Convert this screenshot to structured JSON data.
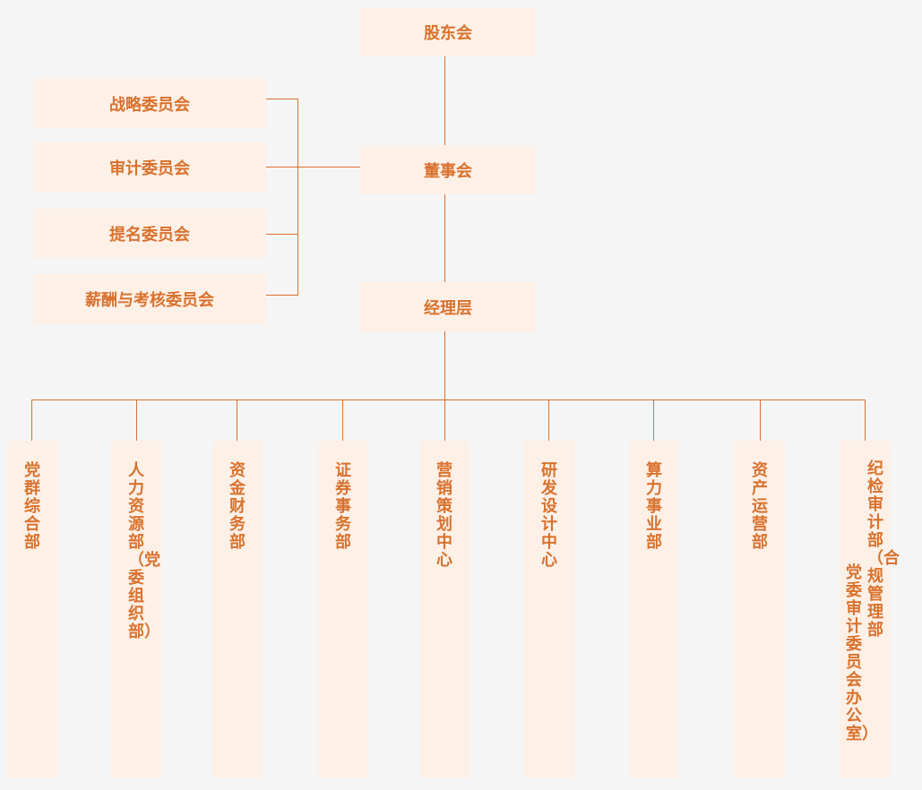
{
  "top": {
    "shareholders": "股东会",
    "board": "董事会",
    "management": "经理层"
  },
  "committees": [
    "战略委员会",
    "审计委员会",
    "提名委员会",
    "薪酬与考核委员会"
  ],
  "departments": [
    "党群综合部",
    "人力资源部（党委组织部）",
    "资金财务部",
    "证券事务部",
    "营销策划中心",
    "研发设计中心",
    "算力事业部",
    "资产运营部"
  ],
  "last_department": {
    "main": "纪检审计部（合规管理部",
    "sub": "党委审计委员会办公室）"
  },
  "colors": {
    "accent": "#d9722e",
    "box": "#fdf0e7",
    "background": "#f5f5f5"
  }
}
